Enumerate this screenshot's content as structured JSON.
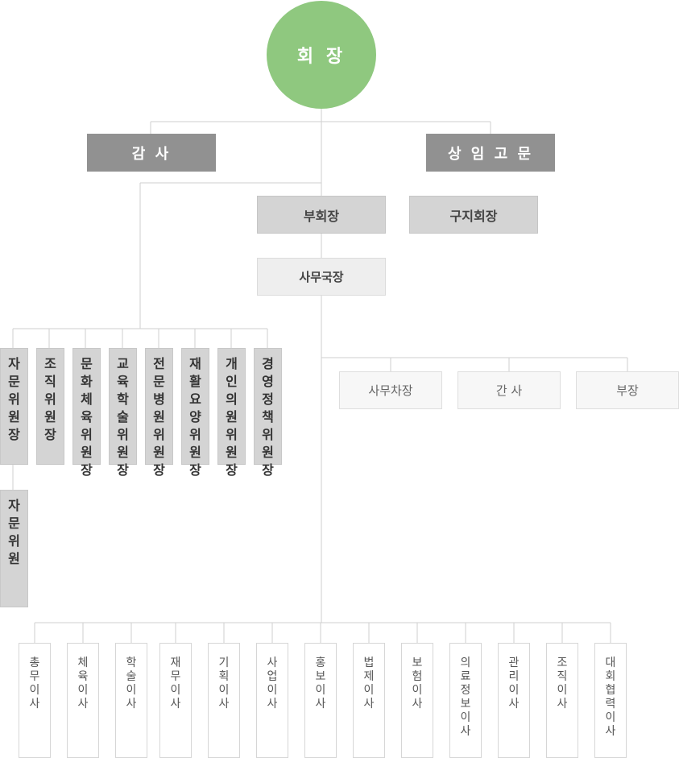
{
  "president": "회 장",
  "auditor": "감 사",
  "standing_advisor": "상 임 고 문",
  "vice_president": "부회장",
  "branch_president": "구지회장",
  "secretary_general": "사무국장",
  "committee_chairs": [
    "자문위원장",
    "조직위원장",
    "문화체육위원장",
    "교육학술위원장",
    "전문병원위원장",
    "재활요양위원장",
    "개인의원위원장",
    "경영정책위원장"
  ],
  "advisory_member": "자문위원",
  "secretariat_staff": [
    "사무차장",
    "간 사",
    "부장"
  ],
  "directors": [
    "총무이사",
    "체육이사",
    "학술이사",
    "재무이사",
    "기획이사",
    "사업이사",
    "홍보이사",
    "법제이사",
    "보험이사",
    "의료정보이사",
    "관리이사",
    "조직이사",
    "대회협력이사"
  ],
  "colors": {
    "president_fill": "#8fc87f",
    "dark_fill": "#919191",
    "mid_fill": "#d4d4d4",
    "line": "#cfcfcf"
  }
}
